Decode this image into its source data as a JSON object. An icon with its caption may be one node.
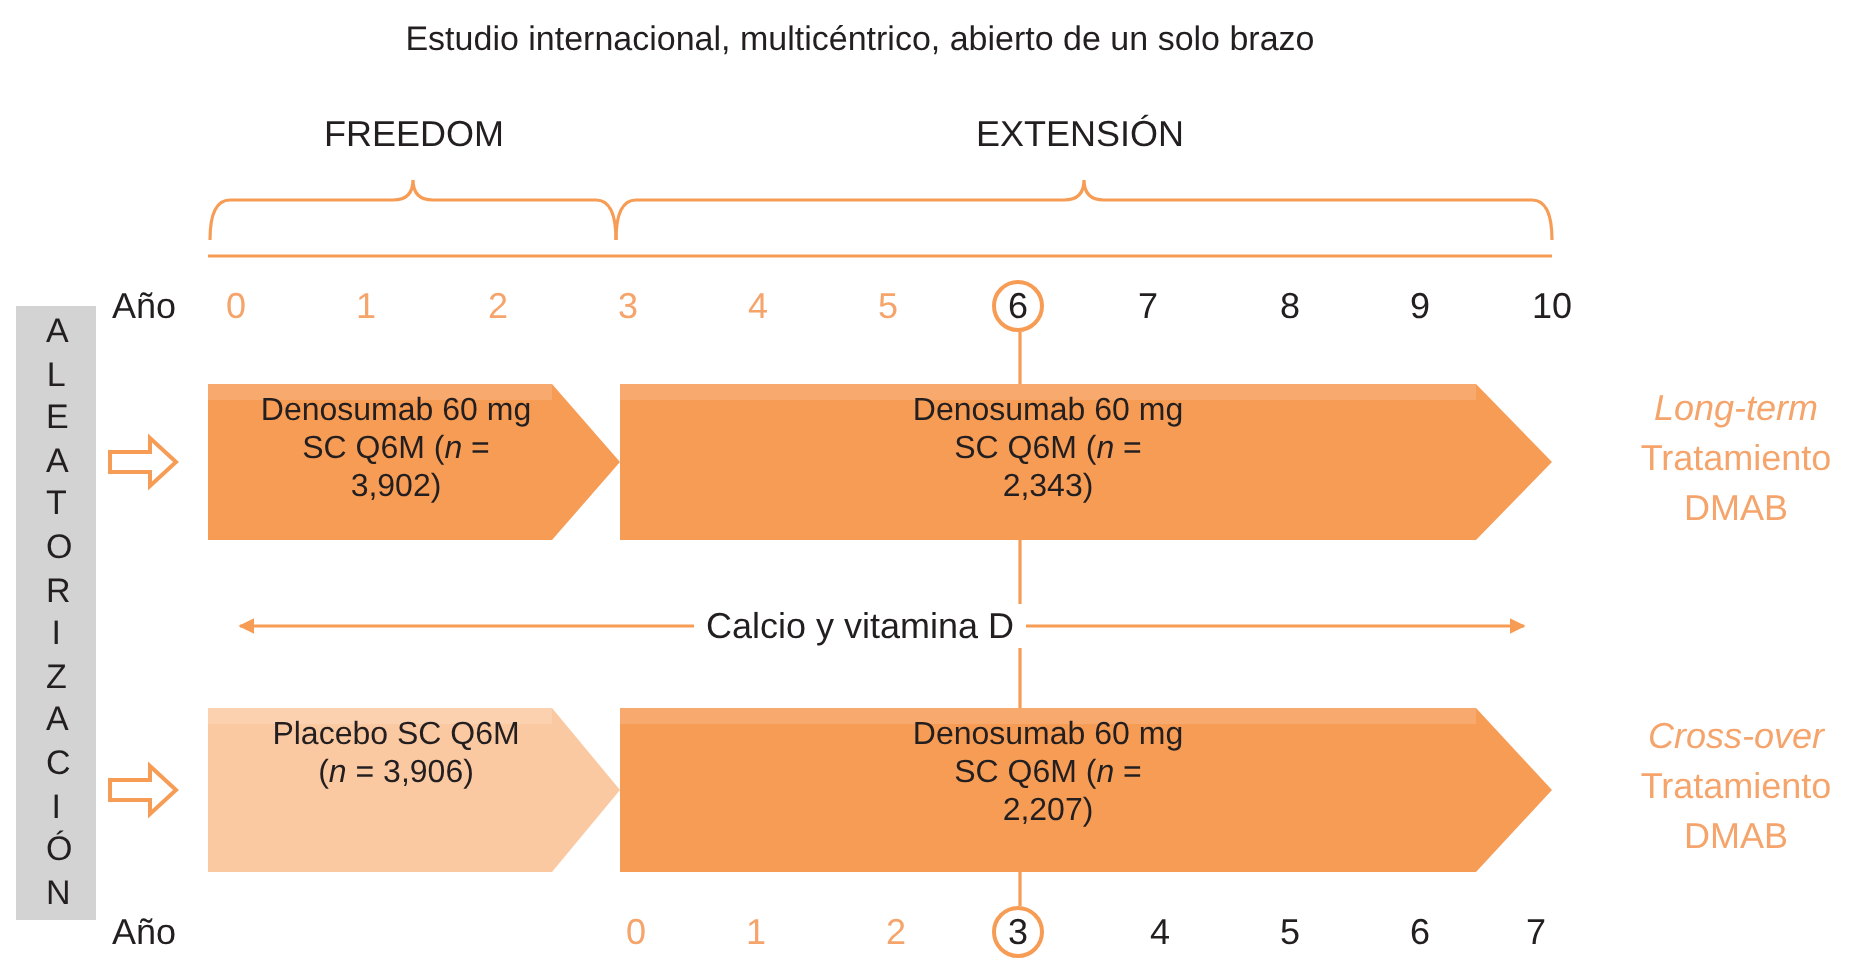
{
  "diagram": {
    "title": "Estudio internacional, multicéntrico, abierto de un solo brazo",
    "nodes": [
      {
        "text": [
          "ALEATORIZACIÓN"
        ]
      },
      {
        "text": [
          "Denosumab 60 mg SC Q6M (*n* = 3,902)"
        ]
      },
      {
        "text": [
          "Denosumab 60 mg SC Q6M (*n* = 2,343)"
        ],
        "beside": [
          "*Long-term* Tratamiento DMAB"
        ]
      },
      {
        "text": [
          "Placebo SC Q6M (*n* = 3,906)"
        ]
      },
      {
        "text": [
          "Denosumab 60 mg SC Q6M (*n* = 2,207)"
        ],
        "beside": [
          "*Cross-over* Tratamiento DMAB"
        ]
      }
    ],
    "edges": [
      {
        "from": 0,
        "to": 1,
        "arrow": "to"
      },
      {
        "from": 0,
        "to": 3,
        "arrow": "to"
      }
    ],
    "labels": [
      "FREEDOM",
      "EXTENSIÓN",
      "Año",
      "0",
      "1",
      "2",
      "3",
      "4",
      "5",
      "6",
      "7",
      "8",
      "9",
      "10",
      "Calcio y vitamina D",
      "Año",
      "0",
      "1",
      "2",
      "3",
      "4",
      "5",
      "6",
      "7"
    ]
  }
}
